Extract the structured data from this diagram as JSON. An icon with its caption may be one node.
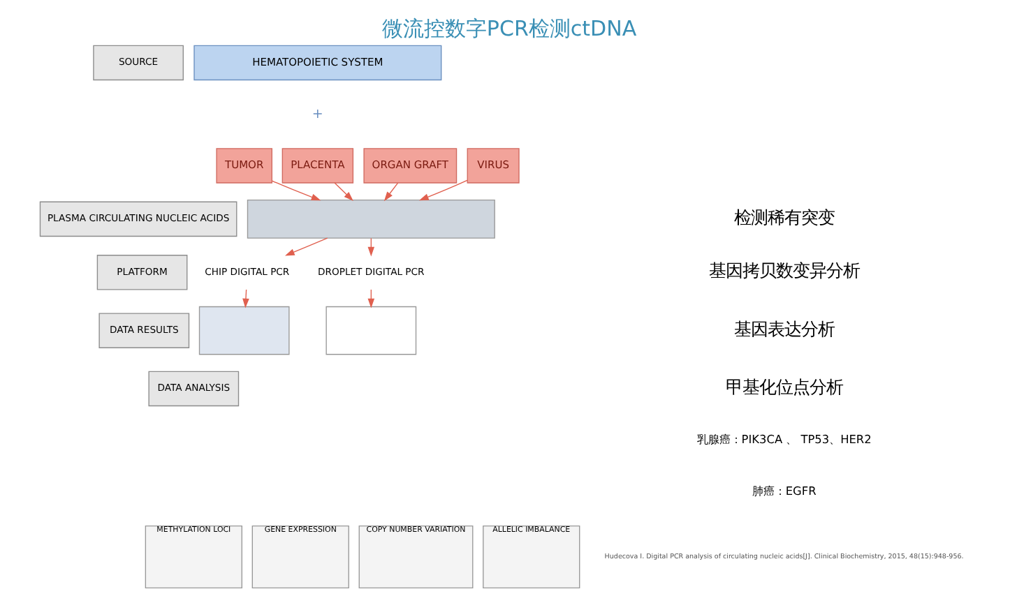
{
  "diagram": {
    "title": "微流控数字PCR检测ctDNA",
    "nodes": [
      {
        "text": [
          "SOURCE"
        ]
      },
      {
        "text": [
          "HEMATOPOIETIC SYSTEM"
        ]
      },
      {
        "text": [
          "TUMOR"
        ]
      },
      {
        "text": [
          "PLACENTA"
        ]
      },
      {
        "text": [
          "ORGAN GRAFT"
        ]
      },
      {
        "text": [
          "VIRUS"
        ]
      },
      {
        "text": [
          "PLASMA CIRCULATING NUCLEIC ACIDS"
        ]
      },
      {
        "text": [],
        "shape": "box"
      },
      {
        "text": [
          "PLATFORM"
        ]
      },
      {
        "text": [
          "CHIP DIGITAL PCR"
        ]
      },
      {
        "text": [
          "DROPLET DIGITAL PCR"
        ]
      },
      {
        "text": [
          "DATA RESULTS"
        ]
      },
      {
        "text": [],
        "shape": "box"
      },
      {
        "text": [],
        "shape": "box"
      },
      {
        "text": [
          "DATA ANALYSIS"
        ]
      },
      {
        "text": [
          "METHYLATION LOCI"
        ]
      },
      {
        "text": [
          "GENE EXPRESSION"
        ]
      },
      {
        "text": [
          "COPY NUMBER VARIATION"
        ]
      },
      {
        "text": [
          "ALLELIC IMBALANCE"
        ]
      }
    ],
    "edges": [
      {
        "from": 2,
        "to": 7,
        "arrow": "to"
      },
      {
        "from": 3,
        "to": 7,
        "arrow": "to"
      },
      {
        "from": 4,
        "to": 7,
        "arrow": "to"
      },
      {
        "from": 5,
        "to": 7,
        "arrow": "to"
      },
      {
        "from": 7,
        "to": 9,
        "arrow": "to"
      },
      {
        "from": 7,
        "to": 10,
        "arrow": "to"
      },
      {
        "from": 9,
        "to": 12,
        "arrow": "to"
      },
      {
        "from": 10,
        "to": 13,
        "arrow": "to"
      }
    ],
    "labels": [
      "+",
      "检测稀有突变",
      "基因拷贝数变异分析",
      "基因表达分析",
      "甲基化位点分析",
      "乳腺癌：PIK3CA 、 TP53、HER2",
      "肺癌：EGFR",
      "Hudecova I. Digital PCR analysis of circulating nucleic acids[J]. Clinical Biochemistry, 2015, 48(15):948-956."
    ]
  }
}
